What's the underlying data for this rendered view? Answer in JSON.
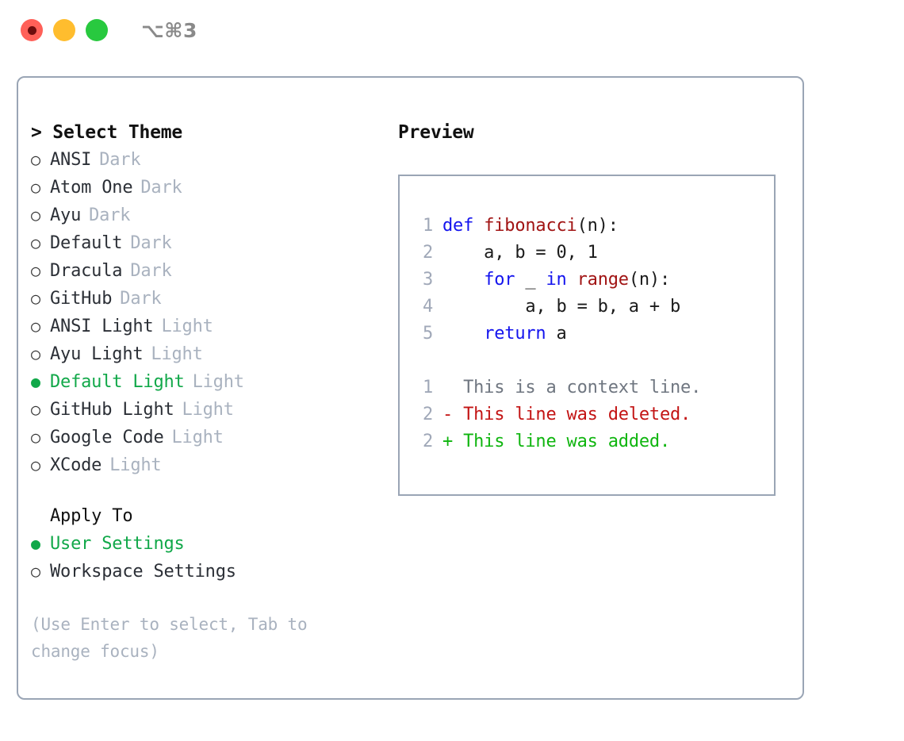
{
  "window": {
    "title": "⌥⌘3",
    "traffic_lights": [
      {
        "name": "close-button",
        "color": "#ff6058",
        "recording_dot": true
      },
      {
        "name": "minimize-button",
        "color": "#ffbd2e",
        "recording_dot": false
      },
      {
        "name": "maximize-button",
        "color": "#28c93f",
        "recording_dot": false
      }
    ]
  },
  "colors": {
    "accent_green": "#11a849",
    "muted": "#a9b2bf",
    "border": "#9aa5b5",
    "keyword_blue": "#1414ee",
    "function_red": "#a11414",
    "diff_add": "#0fb50f",
    "diff_del": "#c31414",
    "linenumber": "#a0a8b8"
  },
  "theme_list": {
    "header": "> Select Theme",
    "items": [
      {
        "bullet": "○",
        "name": "ANSI",
        "kind": "Dark",
        "selected": false
      },
      {
        "bullet": "○",
        "name": "Atom One",
        "kind": "Dark",
        "selected": false
      },
      {
        "bullet": "○",
        "name": "Ayu",
        "kind": "Dark",
        "selected": false
      },
      {
        "bullet": "○",
        "name": "Default",
        "kind": "Dark",
        "selected": false
      },
      {
        "bullet": "○",
        "name": "Dracula",
        "kind": "Dark",
        "selected": false
      },
      {
        "bullet": "○",
        "name": "GitHub",
        "kind": "Dark",
        "selected": false
      },
      {
        "bullet": "○",
        "name": "ANSI Light",
        "kind": "Light",
        "selected": false
      },
      {
        "bullet": "○",
        "name": "Ayu Light",
        "kind": "Light",
        "selected": false
      },
      {
        "bullet": "●",
        "name": "Default Light",
        "kind": "Light",
        "selected": true
      },
      {
        "bullet": "○",
        "name": "GitHub Light",
        "kind": "Light",
        "selected": false
      },
      {
        "bullet": "○",
        "name": "Google Code",
        "kind": "Light",
        "selected": false
      },
      {
        "bullet": "○",
        "name": "XCode",
        "kind": "Light",
        "selected": false
      }
    ]
  },
  "apply_to": {
    "header": "Apply To",
    "items": [
      {
        "bullet": "●",
        "name": "User Settings",
        "selected": true
      },
      {
        "bullet": "○",
        "name": "Workspace Settings",
        "selected": false
      }
    ]
  },
  "hint": "(Use Enter to select, Tab to change focus)",
  "preview": {
    "title": "Preview",
    "code_lines": [
      {
        "number": "1",
        "tokens": [
          {
            "text": "def ",
            "type": "kw"
          },
          {
            "text": "fibonacci",
            "type": "fn"
          },
          {
            "text": "(n):",
            "type": "pl"
          }
        ]
      },
      {
        "number": "2",
        "tokens": [
          {
            "text": "    a, b = 0, 1",
            "type": "pl"
          }
        ]
      },
      {
        "number": "3",
        "tokens": [
          {
            "text": "    ",
            "type": "pl"
          },
          {
            "text": "for",
            "type": "kw"
          },
          {
            "text": " _ ",
            "type": "pl"
          },
          {
            "text": "in",
            "type": "kw"
          },
          {
            "text": " ",
            "type": "pl"
          },
          {
            "text": "range",
            "type": "fn"
          },
          {
            "text": "(n):",
            "type": "pl"
          }
        ]
      },
      {
        "number": "4",
        "tokens": [
          {
            "text": "        a, b = b, a + b",
            "type": "pl"
          }
        ]
      },
      {
        "number": "5",
        "tokens": [
          {
            "text": "    ",
            "type": "pl"
          },
          {
            "text": "return",
            "type": "kw"
          },
          {
            "text": " a",
            "type": "pl"
          }
        ]
      }
    ],
    "diff_lines": [
      {
        "number": "1",
        "marker": " ",
        "text": " This is a context line.",
        "type": "ctx"
      },
      {
        "number": "2",
        "marker": "-",
        "text": " This line was deleted.",
        "type": "del"
      },
      {
        "number": "2",
        "marker": "+",
        "text": " This line was added.",
        "type": "add"
      }
    ]
  }
}
